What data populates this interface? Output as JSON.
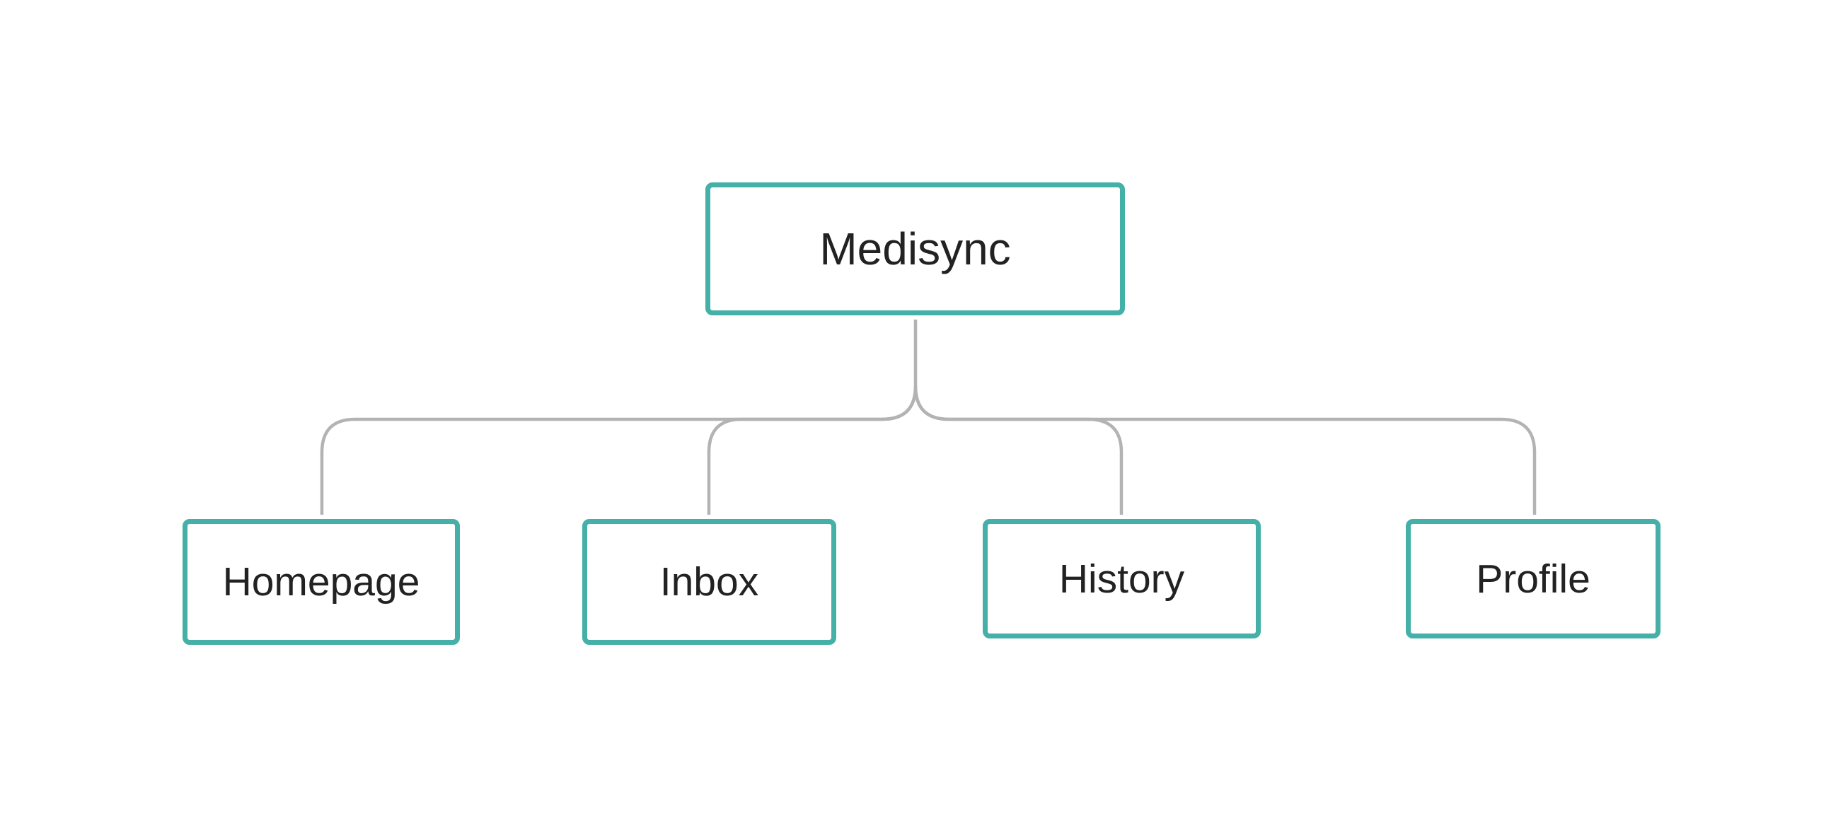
{
  "diagram": {
    "type": "tree",
    "root": {
      "label": "Medisync"
    },
    "children": [
      {
        "label": "Homepage"
      },
      {
        "label": "Inbox"
      },
      {
        "label": "History"
      },
      {
        "label": "Profile"
      }
    ]
  },
  "colors": {
    "node_border": "#45b0a8",
    "connector": "#b3b3b3",
    "text": "#222222",
    "background": "#ffffff"
  }
}
